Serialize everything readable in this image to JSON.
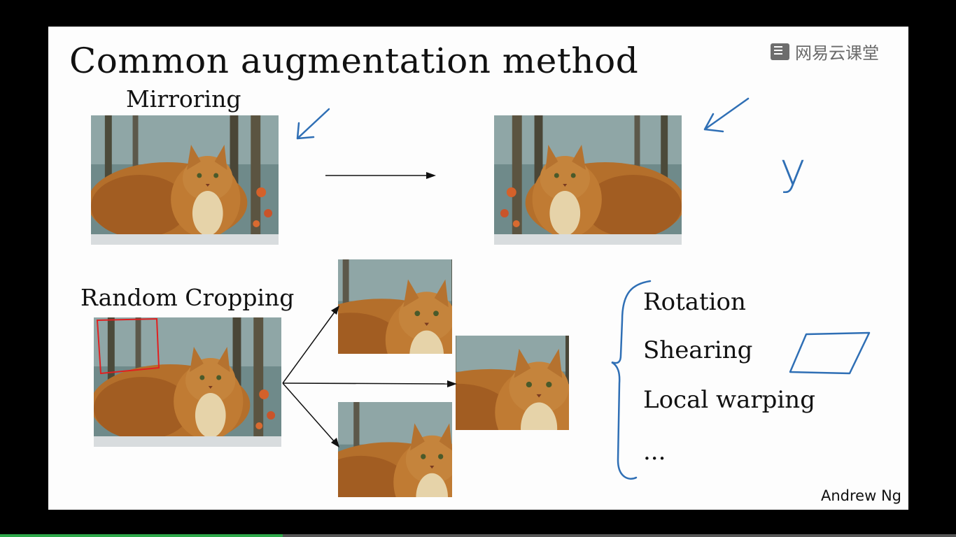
{
  "slide": {
    "title": "Common augmentation method",
    "logo_text": "网易云课堂",
    "mirroring_label": "Mirroring",
    "random_cropping_label": "Random Cropping",
    "annotation_y": "y",
    "augmentations": [
      "Rotation",
      "Shearing",
      "Local warping",
      "..."
    ],
    "author": "Andrew Ng"
  },
  "colors": {
    "annotation_blue": "#2f6fb5",
    "crop_box_red": "#e02020",
    "progress_green": "#2ea84a"
  },
  "video": {
    "progress_fraction": 0.296
  }
}
